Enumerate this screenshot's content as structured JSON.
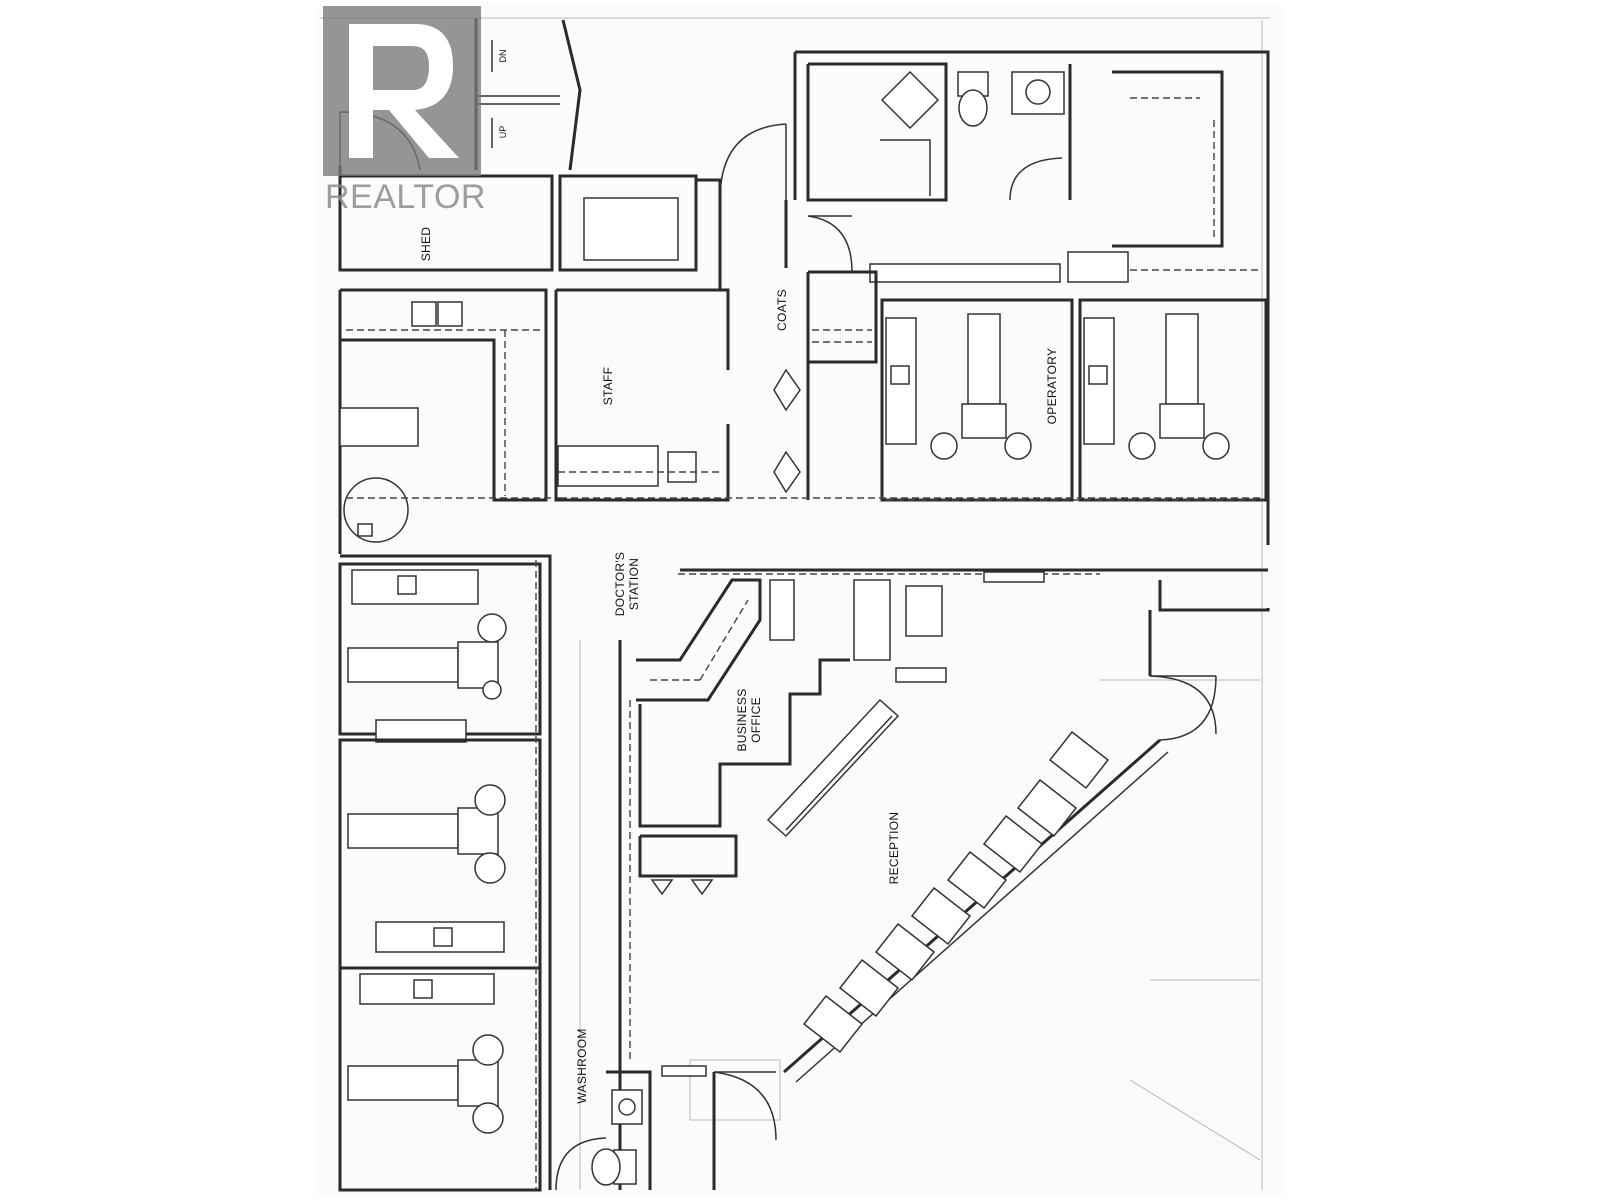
{
  "watermark": {
    "brand": "REALTOR"
  },
  "rooms": {
    "shed": "SHED",
    "staff": "STAFF",
    "coats": "COATS",
    "operatory": "OPERATORY",
    "doctors_station_line1": "DOCTOR'S",
    "doctors_station_line2": "STATION",
    "business_office_line1": "BUSINESS",
    "business_office_line2": "OFFICE",
    "reception": "RECEPTION",
    "washroom": "WASHROOM"
  },
  "stairs": {
    "down": "DN",
    "up": "UP"
  }
}
